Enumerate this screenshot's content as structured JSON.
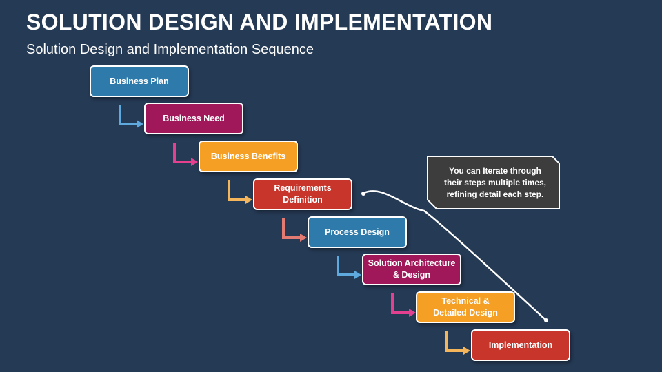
{
  "header": {
    "title": "SOLUTION DESIGN AND IMPLEMENTATION",
    "subtitle": "Solution Design and Implementation Sequence"
  },
  "steps": [
    {
      "label": "Business Plan",
      "color": "#2e7bab"
    },
    {
      "label": "Business Need",
      "color": "#a0185a"
    },
    {
      "label": "Business Benefits",
      "color": "#f5a024"
    },
    {
      "label": "Requirements\nDefinition",
      "color": "#c8352b"
    },
    {
      "label": "Process Design",
      "color": "#2e7bab"
    },
    {
      "label": "Solution Architecture\n& Design",
      "color": "#a0185a"
    },
    {
      "label": "Technical &\nDetailed Design",
      "color": "#f5a024"
    },
    {
      "label": "Implementation",
      "color": "#c8352b"
    }
  ],
  "connectors": [
    {
      "color": "#5ea9dd"
    },
    {
      "color": "#e5408f"
    },
    {
      "color": "#f5b55a"
    },
    {
      "color": "#e37b72"
    },
    {
      "color": "#5ea9dd"
    },
    {
      "color": "#e5408f"
    },
    {
      "color": "#f5b55a"
    }
  ],
  "callout": {
    "text": "You can Iterate through\ntheir steps multiple times,\nrefining detail each step.",
    "background": "#3d3d3d"
  }
}
